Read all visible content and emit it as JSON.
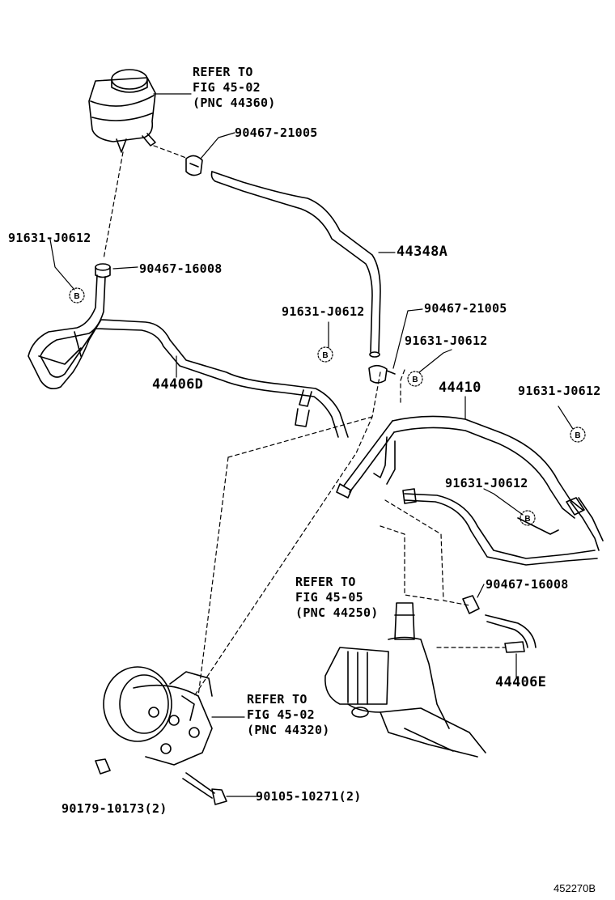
{
  "figure_id": "452270B",
  "callout_letter": "B",
  "labels": {
    "ref_reservoir": [
      "REFER TO",
      "FIG 45-02",
      "(PNC 44360)"
    ],
    "ref_gear": [
      "REFER TO",
      "FIG 45-05",
      "(PNC 44250)"
    ],
    "ref_pump": [
      "REFER TO",
      "FIG 45-02",
      "(PNC 44320)"
    ],
    "clamp_top": "90467-21005",
    "clip_left": "91631-J0612",
    "clamp_left": "90467-16008",
    "hose_return": "44348A",
    "clip_mid": "91631-J0612",
    "clamp_mid": "90467-21005",
    "clip_mid2": "91631-J0612",
    "hose_left": "44406D",
    "pipe_pressure": "44410",
    "clip_right": "91631-J0612",
    "clip_right2": "91631-J0612",
    "clamp_right": "90467-16008",
    "hose_right": "44406E",
    "bolt": "90105-10271(2)",
    "nut": "90179-10173(2)"
  }
}
